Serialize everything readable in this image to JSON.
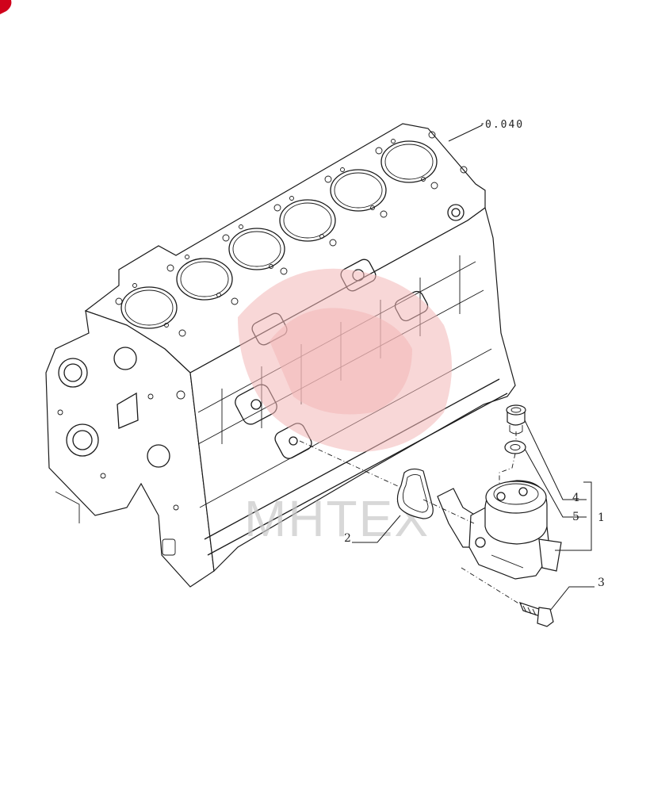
{
  "diagram": {
    "reference_label": "0.040",
    "callouts": [
      {
        "id": "1",
        "label": "1"
      },
      {
        "id": "2",
        "label": "2"
      },
      {
        "id": "3",
        "label": "3"
      },
      {
        "id": "4",
        "label": "4"
      },
      {
        "id": "5",
        "label": "5"
      }
    ],
    "watermark_text": "МНТЕХ",
    "colors": {
      "line": "#1a1a1a",
      "watermark": "#f2b7b7",
      "corner_badge": "#d0021b"
    }
  }
}
